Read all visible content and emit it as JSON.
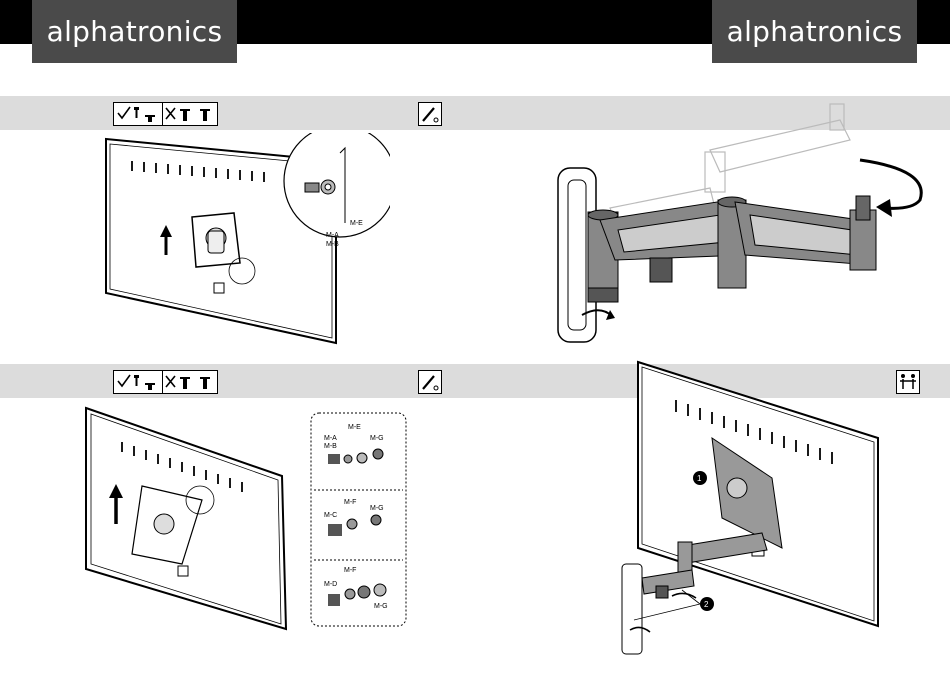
{
  "header": {
    "logo_left": "alphatronics",
    "logo_right": "alphatronics"
  },
  "step1": {
    "callout_labels": [
      "M-E",
      "M-A",
      "M-B"
    ]
  },
  "step2": {
    "groups": [
      {
        "labels": [
          "M-E",
          "M-A",
          "M-B",
          "M-G"
        ]
      },
      {
        "labels": [
          "M-F",
          "M-C",
          "M-G"
        ]
      },
      {
        "labels": [
          "M-F",
          "M-D",
          "M-G"
        ]
      }
    ]
  },
  "step4": {
    "markers": [
      "1",
      "2"
    ]
  },
  "icons": [
    "check-screw-icon",
    "cross-screw-icon",
    "screwdriver-icon",
    "two-person-icon",
    "rotate-arrow-icon",
    "up-arrow-icon"
  ]
}
